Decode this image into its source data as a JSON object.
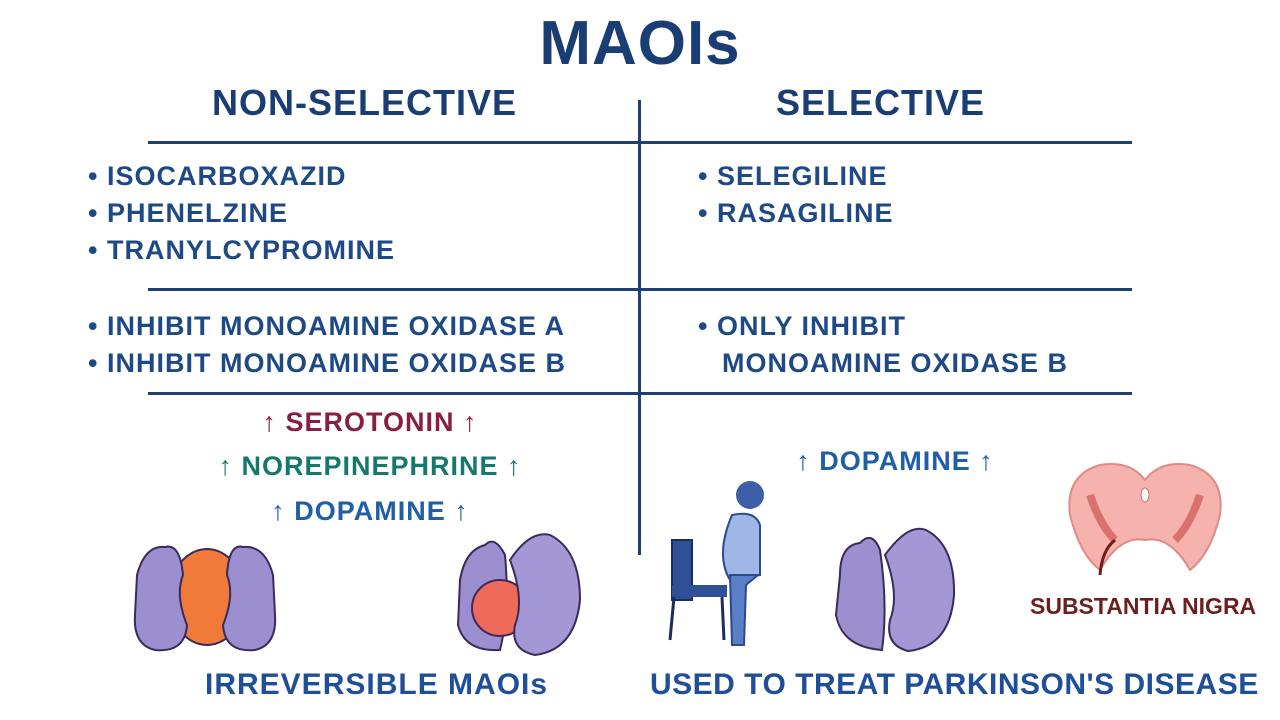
{
  "title": "MAOIs",
  "columns": {
    "non_selective": {
      "heading": "NON-SELECTIVE",
      "drugs": [
        "ISOCARBOXAZID",
        "PHENELZINE",
        "TRANYLCYPROMINE"
      ],
      "mechanism": [
        "INHIBIT MONOAMINE OXIDASE A",
        "INHIBIT MONOAMINE OXIDASE B"
      ],
      "effects": [
        {
          "label": "SEROTONIN",
          "color": "#8a1d42"
        },
        {
          "label": "NOREPINEPHRINE",
          "color": "#14786c"
        },
        {
          "label": "DOPAMINE",
          "color": "#1f5fa6"
        }
      ],
      "caption": "IRREVERSIBLE MAOIs"
    },
    "selective": {
      "heading": "SELECTIVE",
      "drugs": [
        "SELEGILINE",
        "RASAGILINE"
      ],
      "mechanism": [
        "ONLY INHIBIT",
        "MONOAMINE OXIDASE B"
      ],
      "effects": [
        {
          "label": "DOPAMINE",
          "color": "#1f5fa6"
        }
      ],
      "brain_label": "SUBSTANTIA NIGRA",
      "caption": "USED TO TREAT PARKINSON'S DISEASE"
    }
  },
  "bullet": "•",
  "arrow": "↑",
  "colors": {
    "text": "#1d4a86",
    "lines": "#1d3f72",
    "enzyme": "#9b8fd0",
    "inhibitor": "#f07a3a",
    "brain": "#f6b3ad",
    "label_brain": "#6e1e1e"
  }
}
